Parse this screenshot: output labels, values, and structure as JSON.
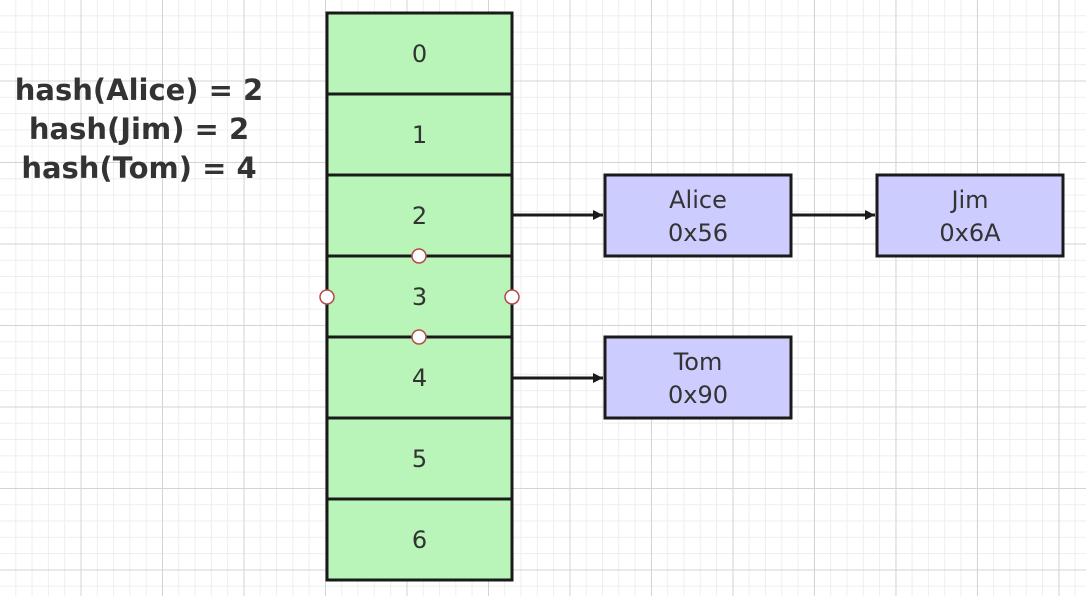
{
  "hash_labels": [
    "hash(Alice) = 2",
    "hash(Jim) = 2",
    "hash(Tom) = 4"
  ],
  "buckets": [
    "0",
    "1",
    "2",
    "3",
    "4",
    "5",
    "6"
  ],
  "nodes": {
    "alice": {
      "name": "Alice",
      "addr": "0x56"
    },
    "jim": {
      "name": "Jim",
      "addr": "0x6A"
    },
    "tom": {
      "name": "Tom",
      "addr": "0x90"
    }
  },
  "colors": {
    "bucket_fill": "#b9f5b9",
    "node_fill": "#ccccff",
    "stroke": "#1a1a1a",
    "handle_stroke": "#b54a4a"
  }
}
